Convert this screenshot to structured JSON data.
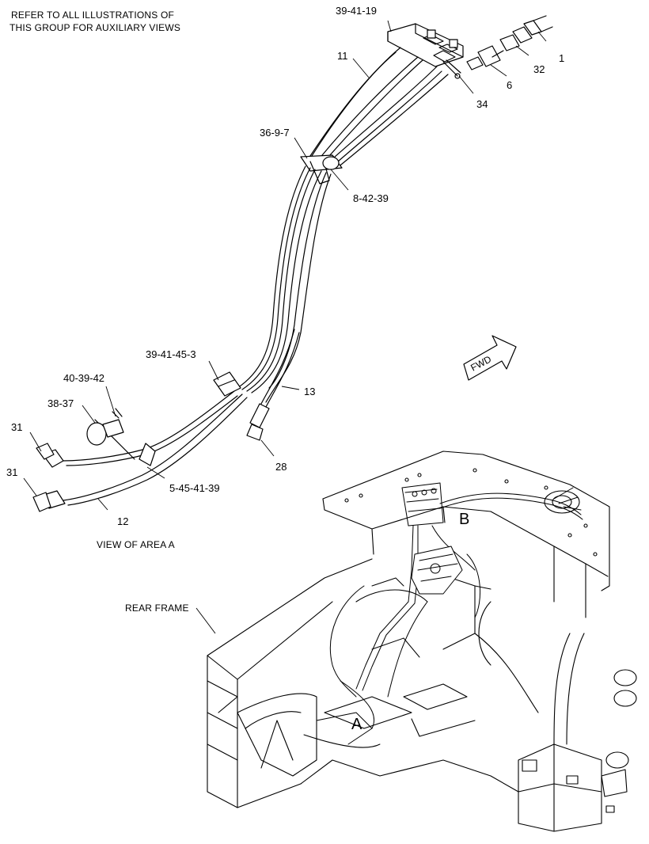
{
  "notes": {
    "refer_line1": "REFER TO ALL ILLUSTRATIONS OF",
    "refer_line2": "THIS GROUP FOR AUXILIARY VIEWS",
    "view_of_area": "VIEW OF AREA A",
    "rear_frame": "REAR FRAME"
  },
  "fwd_arrow": "FWD",
  "area_labels": {
    "a": "A",
    "b": "B"
  },
  "callouts": {
    "c_39_41_19": "39-41-19",
    "c_1": "1",
    "c_32": "32",
    "c_6": "6",
    "c_34": "34",
    "c_11": "11",
    "c_36_9_7": "36-9-7",
    "c_8_42_39": "8-42-39",
    "c_39_41_45_3": "39-41-45-3",
    "c_13": "13",
    "c_40_39_42": "40-39-42",
    "c_38_37": "38-37",
    "c_31_top": "31",
    "c_31_bottom": "31",
    "c_28": "28",
    "c_5_45_41_39": "5-45-41-39",
    "c_12": "12"
  },
  "colors": {
    "ink": "#000000",
    "paper": "#ffffff"
  }
}
